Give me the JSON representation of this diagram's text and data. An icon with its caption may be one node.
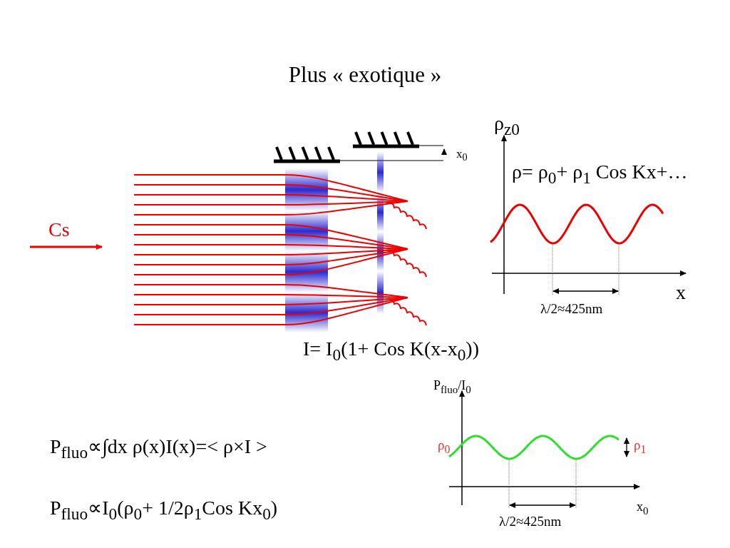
{
  "diagram": {
    "title": "Plus « exotique »",
    "labels": [
      "x$_{0}$",
      "ρ$_{z0}$",
      "ρ= ρ$_{0}$+ ρ$_{1}$ Cos Kx+…",
      "Cs",
      "x",
      "λ/2≈425nm",
      "I= I$_{0}$(1+ Cos K(x-x$_{0}$))",
      "P$_{fluo}$/I$_{0}$",
      "ρ$_{0}$",
      "ρ$_{1}$",
      "P$_{fluo}$∝∫dx ρ(x)I(x)=< ρ×I >",
      "x$_{0}$",
      "λ/2≈425nm",
      "P$_{fluo}$∝I$_{0}$(ρ$_{0}$+ 1/2ρ$_{1}$Cos Kx$_{0}$)"
    ]
  }
}
